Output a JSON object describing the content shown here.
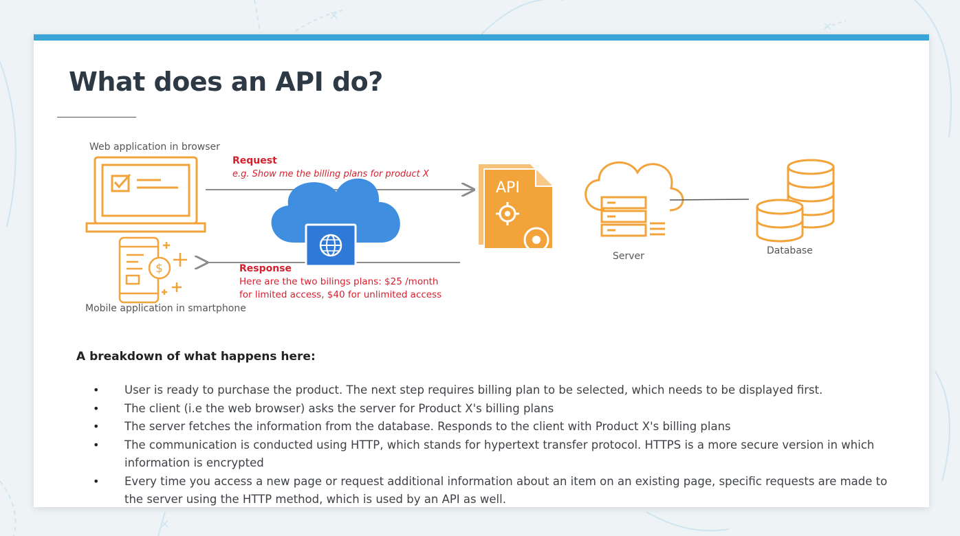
{
  "slide": {
    "title": "What does an API do?"
  },
  "diagram": {
    "web_app_label": "Web application in browser",
    "mobile_app_label": "Mobile application in smartphone",
    "request_title": "Request",
    "request_example": "e.g. Show me the billing plans for product X",
    "response_title": "Response",
    "response_line1": "Here are the two bilings plans: $25 /month",
    "response_line2": "for limited access, $40 for unlimited access",
    "api_icon_text": "API",
    "server_label": "Server",
    "database_label": "Database"
  },
  "breakdown": {
    "heading": "A breakdown of what happens here:",
    "items": [
      "User is ready to purchase the product. The next step requires billing plan to be selected, which needs to be displayed first.",
      "The client (i.e the web browser) asks the server for Product X's billing plans",
      "The server fetches the information from the database. Responds to the client with Product X's billing plans",
      "The communication is conducted using HTTP, which stands for hypertext transfer protocol. HTTPS is a more secure version in which information is encrypted",
      "Every time you access a new page or request additional information about an item on an existing page, specific requests are made to the server using the HTTP method, which is used by an API as well."
    ]
  },
  "colors": {
    "accent_bar": "#3aa6d8",
    "icon_orange": "#f2a33a",
    "cloud_blue": "#3f8ee0",
    "highlight_red": "#d61f2c"
  }
}
